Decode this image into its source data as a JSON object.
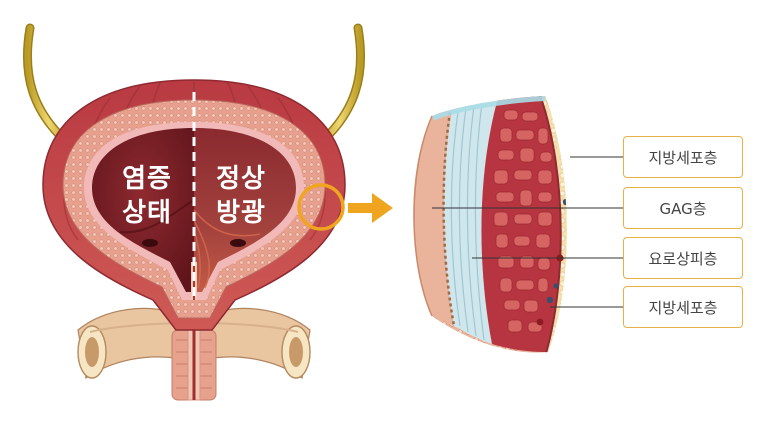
{
  "bladder": {
    "left_line1": "염증",
    "left_line2": "상태",
    "right_line1": "정상",
    "right_line2": "방광"
  },
  "layers": [
    {
      "label": "지방세포층"
    },
    {
      "label": "GAG층"
    },
    {
      "label": "요로상피층"
    },
    {
      "label": "지방세포층"
    }
  ],
  "colors": {
    "accent": "#f0a520",
    "muscle": "#c2454a",
    "lumen": "#7e2228",
    "label_border": "#e8b04a"
  }
}
